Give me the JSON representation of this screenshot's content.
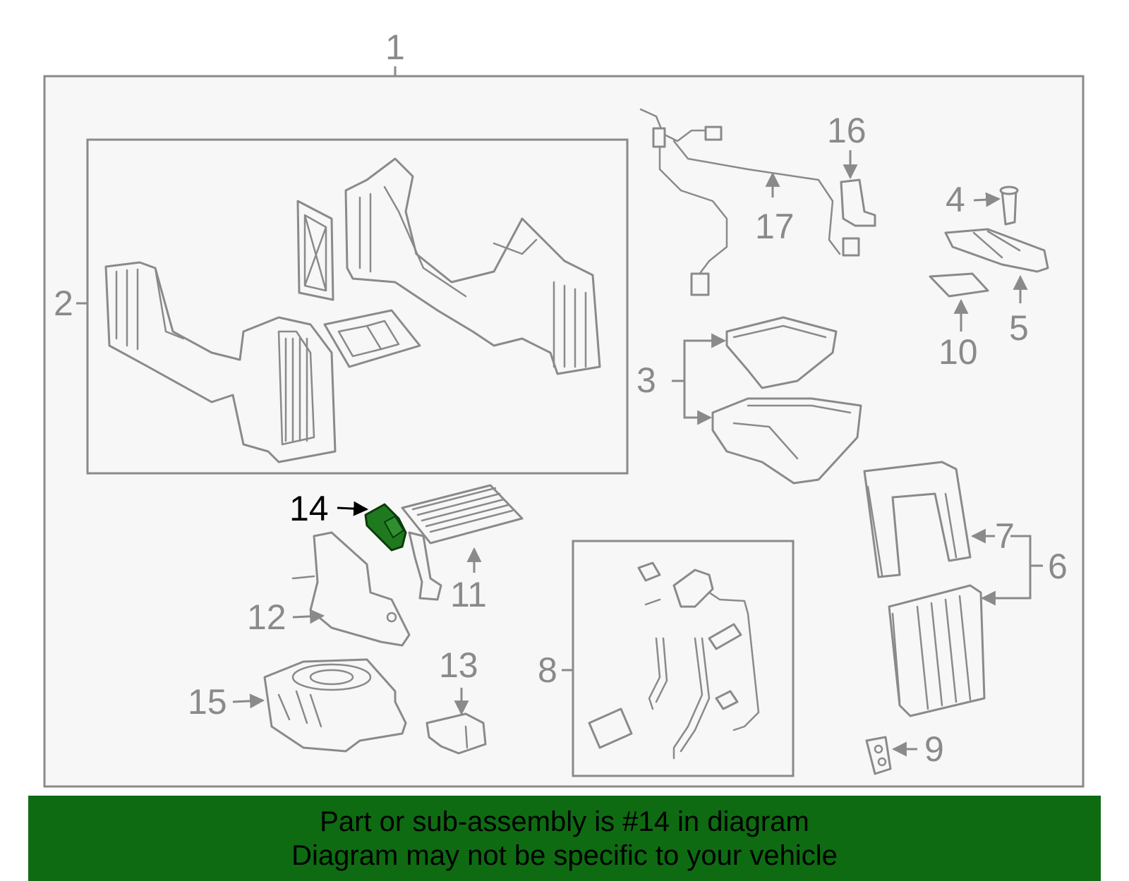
{
  "colors": {
    "line": "#8a8a8a",
    "highlight_part": "#1f7a1f",
    "banner_bg": "#0e6b12",
    "banner_text": "#000000",
    "panel_bg": "#f7f7f7"
  },
  "callouts": {
    "c1": "1",
    "c2": "2",
    "c3": "3",
    "c4": "4",
    "c5": "5",
    "c6": "6",
    "c7": "7",
    "c8": "8",
    "c9": "9",
    "c10": "10",
    "c11": "11",
    "c12": "12",
    "c13": "13",
    "c14": "14",
    "c15": "15",
    "c16": "16",
    "c17": "17"
  },
  "highlighted_callout": "14",
  "banner": {
    "line1": "Part or sub-assembly is #14 in diagram",
    "line2": "Diagram may not be specific to your vehicle"
  }
}
